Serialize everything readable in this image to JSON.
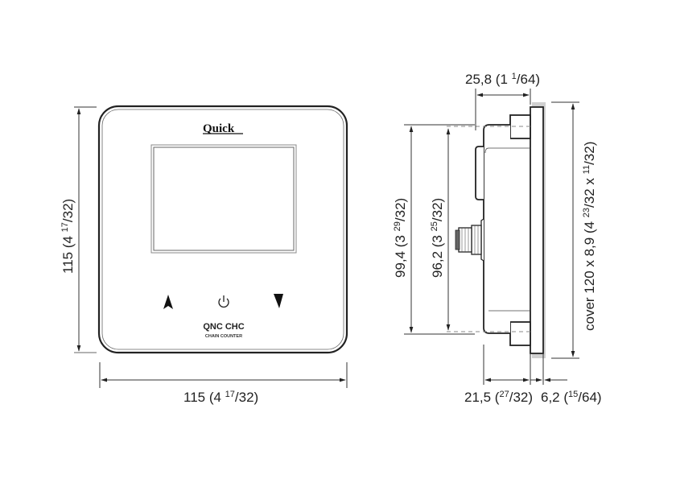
{
  "front_view": {
    "brand_logo": "Quick",
    "model_name": "QNC CHC",
    "model_subtitle": "CHAIN COUNTER",
    "buttons": [
      {
        "name": "up-arrow",
        "icon": "triangle-up"
      },
      {
        "name": "power",
        "icon": "power-symbol"
      },
      {
        "name": "down-arrow",
        "icon": "triangle-down"
      }
    ],
    "height_dimension": {
      "main": "115 (4 ",
      "sup": "17",
      "rest": "/32)"
    },
    "width_dimension": {
      "main": "115 (4 ",
      "sup": "17",
      "rest": "/32)"
    }
  },
  "side_view": {
    "top_depth_dimension": {
      "main": "25,8 (1 ",
      "sup": "1",
      "rest": "/64)"
    },
    "outer_height_dimension": {
      "main": "99,4 (3 ",
      "sup": "29",
      "rest": "/32)"
    },
    "inner_height_dimension": {
      "main": "96,2 (3 ",
      "sup": "25",
      "rest": "/32)"
    },
    "cover_dimension": {
      "main": "cover 120 x 8,9 (4 ",
      "sup": "23",
      "rest": "/32 x ",
      "sup2": "11",
      "rest2": "/32)"
    },
    "body_depth_dimension": {
      "main": "21,5 (",
      "sup": "27",
      "rest": "/32)"
    },
    "cover_depth_dimension": {
      "main": "6,2 (",
      "sup": "15",
      "rest": "/64)"
    }
  },
  "colors": {
    "line": "#222222",
    "dim_line": "#333333",
    "dashed": "#888888",
    "cover_shadow": "#cccccc",
    "screen_border": "#777777"
  }
}
